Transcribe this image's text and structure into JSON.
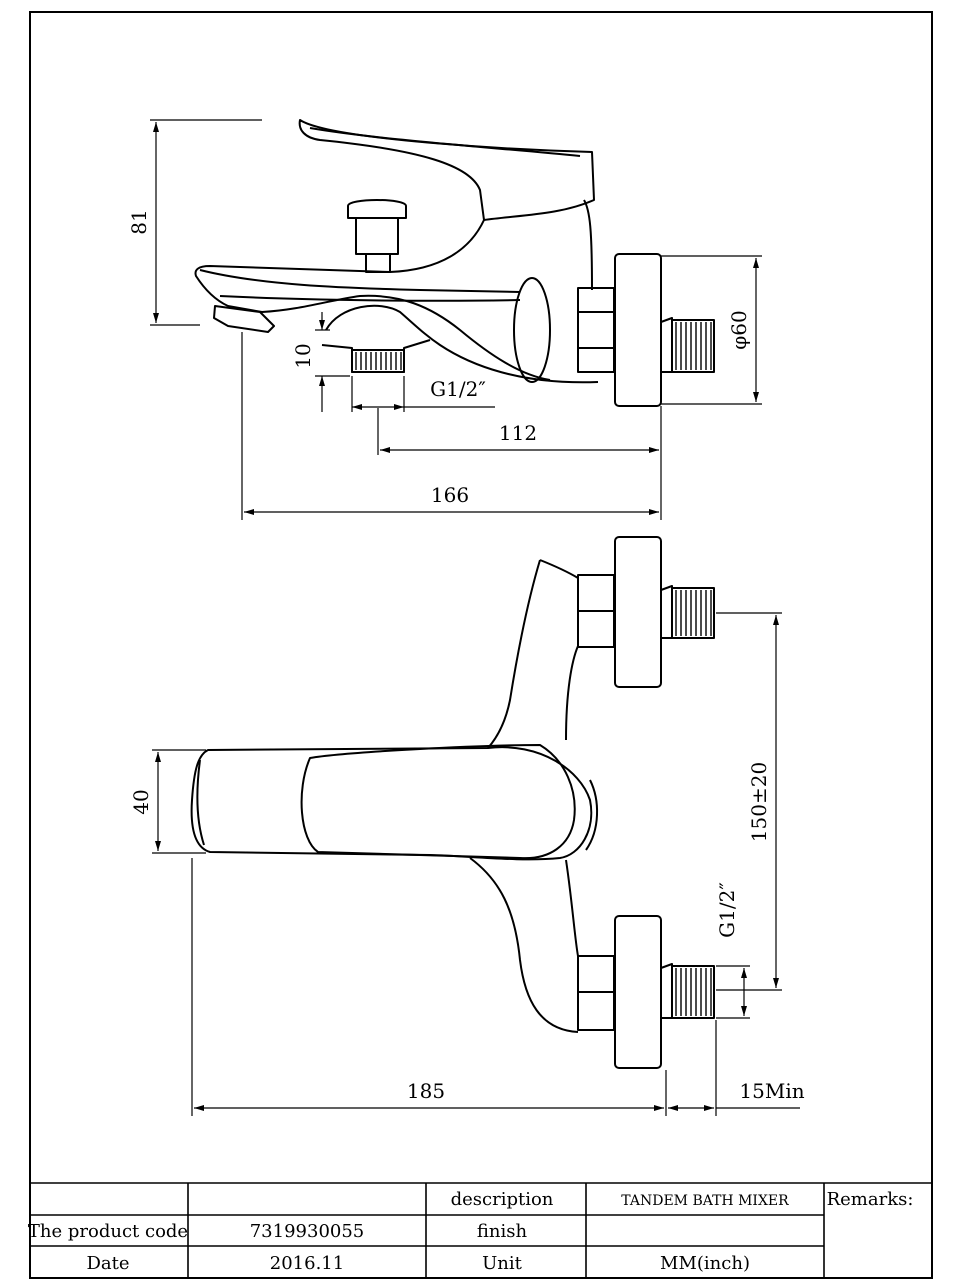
{
  "dimensions": {
    "height_81": "81",
    "spout_10": "10",
    "thread_top": "G1/2″",
    "offset_112": "112",
    "length_166": "166",
    "flange_60": "φ60",
    "height_40": "40",
    "centers_150": "150±20",
    "thread_side": "G1/2″",
    "length_185": "185",
    "min_15": "15Min"
  },
  "title_block": {
    "description_label": "description",
    "description_value": "TANDEM BATH MIXER",
    "remarks_label": "Remarks:",
    "product_code_label": "The product code",
    "product_code_value": "7319930055",
    "finish_label": "finish",
    "finish_value": "",
    "date_label": "Date",
    "date_value": "2016.11",
    "unit_label": "Unit",
    "unit_value": "MM(inch)"
  }
}
